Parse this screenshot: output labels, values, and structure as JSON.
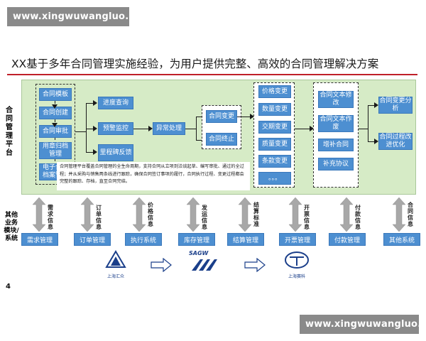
{
  "watermark_top": "www.xingwuwangluo.com",
  "watermark_bottom": "www.xingwuwangluo.com",
  "title": "XX基于多年合同管理实施经验，为用户提供完整、高效的合同管理解决方案",
  "side_label_top": [
    "合",
    "同",
    "管",
    "理",
    "平",
    "台"
  ],
  "side_label_bottom": [
    "其他",
    "业务",
    "模块/",
    "系统"
  ],
  "col1": [
    "合同模板",
    "合同创建",
    "合同审批",
    "用章归档管理",
    "电子合同档案管理"
  ],
  "col2": [
    "进度查询",
    "预警监控",
    "里程碑反馈"
  ],
  "col3": "异常处理",
  "col4": [
    "合同变更",
    "合同终止"
  ],
  "col5": [
    "价格变更",
    "数量变更",
    "交期变更",
    "质量变更",
    "条款变更",
    "。。。"
  ],
  "col6": [
    "合同文本修改",
    "合同文本作废",
    "增补合同",
    "补充协议"
  ],
  "col7": [
    "合同变更分析",
    "合同过程改进优化"
  ],
  "description": "合同管理平台覆盖合同管理的全生命周期，支持合同从立项到洽谈起草、编写审批、通过的全过程；并从采购与销售两条线进行跟踪，确保合同签订事项的履行，合同执行过程、变更过程都会完整的跟踪、存档，直至合同完结。",
  "flow_labels": [
    "需求信息",
    "订单信息",
    "价格信息",
    "发运信息",
    "结算标准",
    "开票信息",
    "付款信息",
    "合同信息"
  ],
  "systems": [
    "需求管理",
    "订单管理",
    "执行系统",
    "库存管理",
    "结算管理",
    "开票管理",
    "付款管理",
    "其他系统"
  ],
  "logos": [
    "上海汇众",
    "SAGW",
    "上海赛科"
  ],
  "page_number": "4",
  "colors": {
    "box": "#4d8fd1",
    "panel": "#d6ebc6",
    "accent_line": "#c0202a",
    "arrow": "#a8a8a8"
  }
}
